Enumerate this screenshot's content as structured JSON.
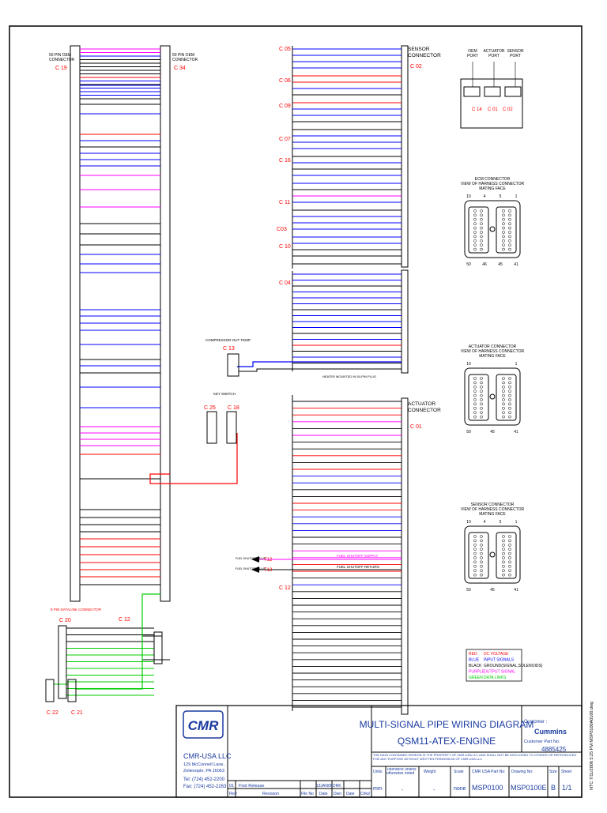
{
  "connectors": {
    "c19": "C 19",
    "c34": "C 34",
    "c02": "C 02",
    "c01": "C 01",
    "c05": "C 05",
    "c06": "C 06",
    "c09": "C 09",
    "c07": "C 07",
    "c16": "C 16",
    "c11": "C 11",
    "c03": "C03",
    "c10": "C 10",
    "c04": "C 04",
    "c13": "C 13",
    "c25": "C 25",
    "c18": "C 18",
    "c20": "C 20",
    "c12top": "C 12",
    "c12": "C 12",
    "c22": "C 22",
    "c21": "C 21",
    "t12": "T12",
    "t13": "T13",
    "c14": "C 14",
    "c01b": "C 01",
    "c02b": "C 02"
  },
  "labels": {
    "sensor_conn": "SENSOR\nCONNECTOR",
    "actuator_conn": "ACTUATOR\nCONNECTOR",
    "oem_port": "OEM\nPORT",
    "actuator_port": "ACTUATOR\nPORT",
    "sensor_port": "SENSOR\nPORT",
    "pin_oem": "50 PIN OEM\nCONNECTOR",
    "pin_oem34": "50 PIN OEM\nCONNECTOR",
    "compressor": "COMPRESSOR OUT TEMP.",
    "keyswitch": "KEY SWITCH",
    "datalink": "9 PIN DATALINK CONNECTOR",
    "heater_note": "HEATER MOUNTED IN 50-PIN PLUG",
    "fuel_shut1": "FUEL SHUTOFF VALVE",
    "fuel_shut2": "FUEL SHUTOFF VALVE",
    "fuel_supply": "FUEL SHUTOFF SUPPLY",
    "fuel_return": "FUEL SHUTOFF RETURN",
    "ecm_conn_title": "ECM CONNECTOR\nVIEW OF HARNESS CONNECTOR\nMATING FACE",
    "act_conn_title": "ACTUATOR CONNECTOR\nVIEW OF HARNESS CONNECTOR\nMATING FACE",
    "sen_conn_title": "SENSOR CONNECTOR\nVIEW OF HARNESS CONNECTOR\nMATING FACE"
  },
  "pins": {
    "ecm_top": [
      "10",
      "4",
      "5",
      "1"
    ],
    "ecm_bottom": [
      "50",
      "46",
      "45",
      "41"
    ],
    "act_top": [
      "10",
      "1"
    ],
    "act_bottom": [
      "50",
      "45",
      "41"
    ],
    "sen_top": [
      "10",
      "4",
      "5",
      "1"
    ],
    "sen_bottom": [
      "50",
      "45",
      "41"
    ]
  },
  "legend": [
    {
      "color": "#ff0000",
      "code": "RED",
      "desc": "DC VOLTAGE"
    },
    {
      "color": "#0000ff",
      "code": "BLUE",
      "desc": "INPUT SIGNALS"
    },
    {
      "color": "#000000",
      "code": "BLACK",
      "desc": "GROUND(SIGNAL,SOLENOIDS)"
    },
    {
      "color": "#ff00ff",
      "code": "PURPLE",
      "desc": "OUTPUT SIGNAL"
    },
    {
      "color": "#00cc00",
      "code": "GREEN",
      "desc": "DATA LINKS"
    }
  ],
  "title_block": {
    "logo": "CMR",
    "company": "CMR-USA LLC",
    "addr1": "129 McConnell Lane,",
    "addr2": "Zelienople, PA 16063",
    "tel": "Tel: (724) 452-2200",
    "fax": "Fax: (724) 452-2263",
    "title1": "MULTI-SIGNAL PIPE WIRING DIAGRAM",
    "title2": "QSM11-ATEX-ENGINE",
    "customer_label": "Customer :",
    "customer": "Cummins",
    "customer_part_label": "Customer Part No.",
    "customer_part": "4885425",
    "notice": "THE DATA CONTAINED HEREON IS THE PROPERTY OF CMR-USA LLC AND SHALL NOT BE DISCLOSED TO OTHERS OR REPRODUCED FOR ANY PURPOSE WITHOUT WRITTEN PERMISSION OF CMR-USA LLC",
    "units_label": "Units",
    "units": "mm",
    "tol_label": "Tolerance unless otherwise noted",
    "tol": "-",
    "weight_label": "Weight",
    "weight": "-",
    "scale_label": "Scale",
    "scale": "none",
    "cmr_part_label": "CMR USA Part No:",
    "cmr_part": "MSP0100",
    "drawing_label": "Drawing No:",
    "drawing": "MSP0100E",
    "size_label": "Size",
    "size": "B",
    "sheet_label": "Sheet",
    "sheet": "1/1",
    "rev_no": "01",
    "rev_text": "First Release",
    "rev_date": "13JAN06",
    "rev_drn": "DRK",
    "h_rev": "Rev",
    "h_revision": "Revision",
    "h_fileno": "File No",
    "h_date": "Date",
    "h_dwn": "Dwn",
    "h_date2": "Date",
    "h_chkd": "Chkd"
  },
  "side_stamp": "NTC 7/11/2006 5:25 PM  MSP0100A0100.dwg"
}
